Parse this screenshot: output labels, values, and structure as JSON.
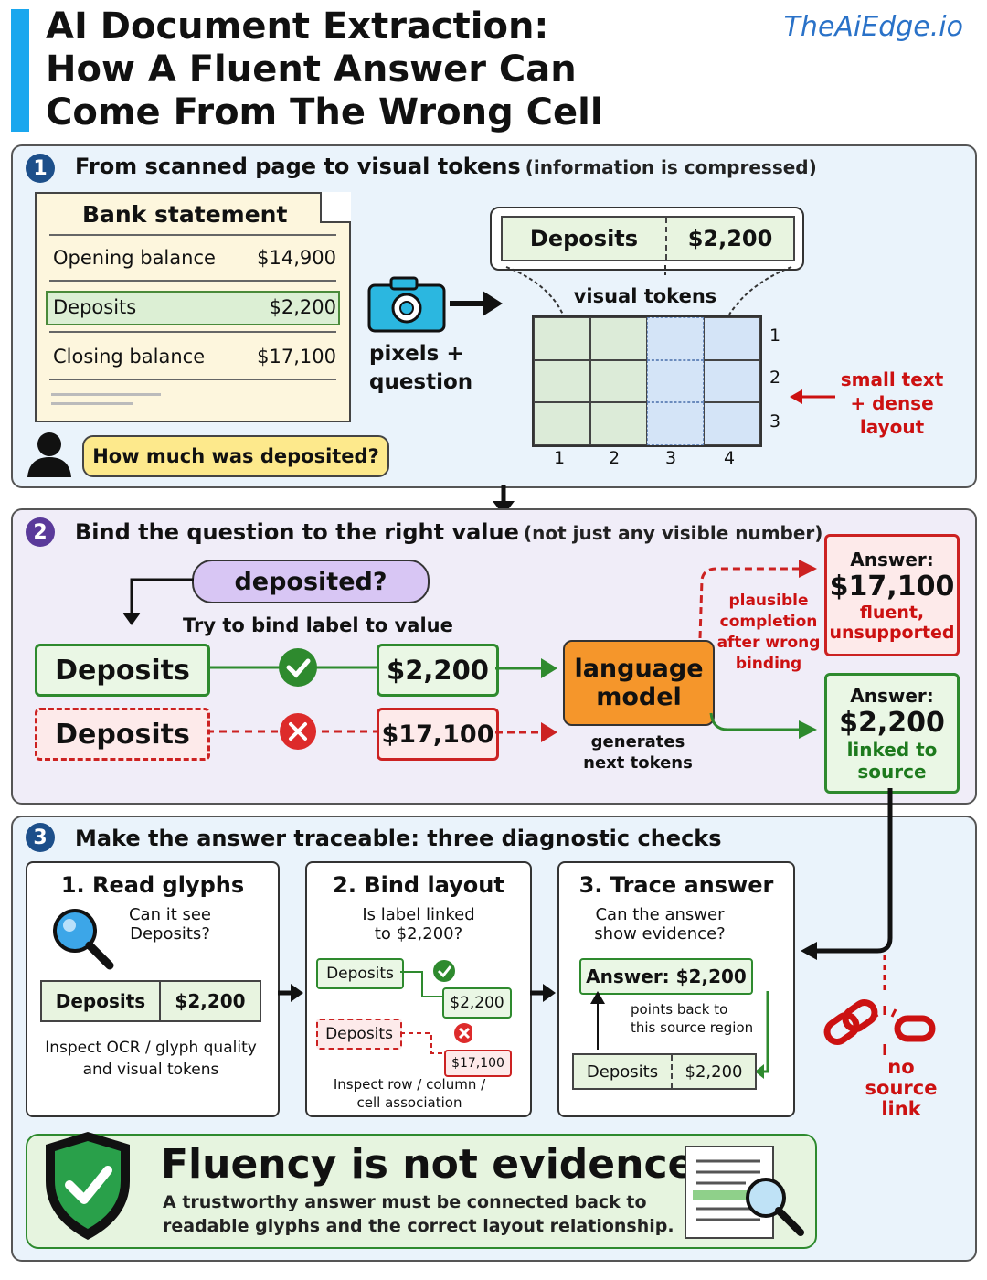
{
  "header": {
    "title_line1": "AI Document Extraction:",
    "title_line2": "How A Fluent Answer Can",
    "title_line3": "Come From The Wrong Cell",
    "brand": "TheAiEdge.io"
  },
  "section1": {
    "number": "1",
    "title": "From scanned page to visual tokens",
    "subtitle": "(information is compressed)",
    "doc_title": "Bank statement",
    "rows": [
      {
        "label": "Opening balance",
        "value": "$14,900"
      },
      {
        "label": "Deposits",
        "value": "$2,200"
      },
      {
        "label": "Closing balance",
        "value": "$17,100"
      }
    ],
    "question": "How much was deposited?",
    "camera_caption_1": "pixels +",
    "camera_caption_2": "question",
    "token_cell_label": "Deposits",
    "token_cell_value": "$2,200",
    "tokens_label": "visual tokens",
    "grid_rows": [
      "1",
      "2",
      "3"
    ],
    "grid_cols": [
      "1",
      "2",
      "3",
      "4"
    ],
    "warning_1": "small text",
    "warning_2": "+ dense",
    "warning_3": "layout"
  },
  "section2": {
    "number": "2",
    "title": "Bind the question to the right value",
    "subtitle": "(not just any visible number)",
    "query": "deposited?",
    "bind_caption": "Try to bind label to value",
    "correct_label": "Deposits",
    "correct_value": "$2,200",
    "wrong_label": "Deposits",
    "wrong_value": "$17,100",
    "model_1": "language",
    "model_2": "model",
    "model_caption_1": "generates",
    "model_caption_2": "next tokens",
    "wrong_note": [
      "plausible",
      "completion",
      "after wrong",
      "binding"
    ],
    "wrong_answer_title": "Answer:",
    "wrong_answer_value": "$17,100",
    "wrong_answer_note_1": "fluent,",
    "wrong_answer_note_2": "unsupported",
    "right_answer_title": "Answer:",
    "right_answer_value": "$2,200",
    "right_answer_note_1": "linked to",
    "right_answer_note_2": "source"
  },
  "section3": {
    "number": "3",
    "title": "Make the answer traceable: three diagnostic checks",
    "check1": {
      "title": "1. Read glyphs",
      "question_1": "Can it see",
      "question_2": "Deposits?",
      "label": "Deposits",
      "value": "$2,200",
      "caption_1": "Inspect OCR / glyph quality",
      "caption_2": "and visual tokens"
    },
    "check2": {
      "title": "2. Bind layout",
      "question_1": "Is label linked",
      "question_2": "to $2,200?",
      "good_label": "Deposits",
      "good_value": "$2,200",
      "bad_label": "Deposits",
      "bad_value": "$17,100",
      "caption_1": "Inspect row / column /",
      "caption_2": "cell association"
    },
    "check3": {
      "title": "3. Trace answer",
      "question_1": "Can the answer",
      "question_2": "show evidence?",
      "answer": "Answer:  $2,200",
      "pointer_1": "points back to",
      "pointer_2": "this source region",
      "label": "Deposits",
      "value": "$2,200"
    },
    "broken_1": "no",
    "broken_2": "source",
    "broken_3": "link"
  },
  "footer": {
    "title": "Fluency is not evidence",
    "line1": "A trustworthy answer must be connected back to",
    "line2": "readable glyphs and the correct layout relationship."
  },
  "colors": {
    "accent": "#1aa7ee",
    "correct": "#2e8a2e",
    "wrong": "#cc2222",
    "model": "#f5962b",
    "query": "#d8c6f4"
  }
}
